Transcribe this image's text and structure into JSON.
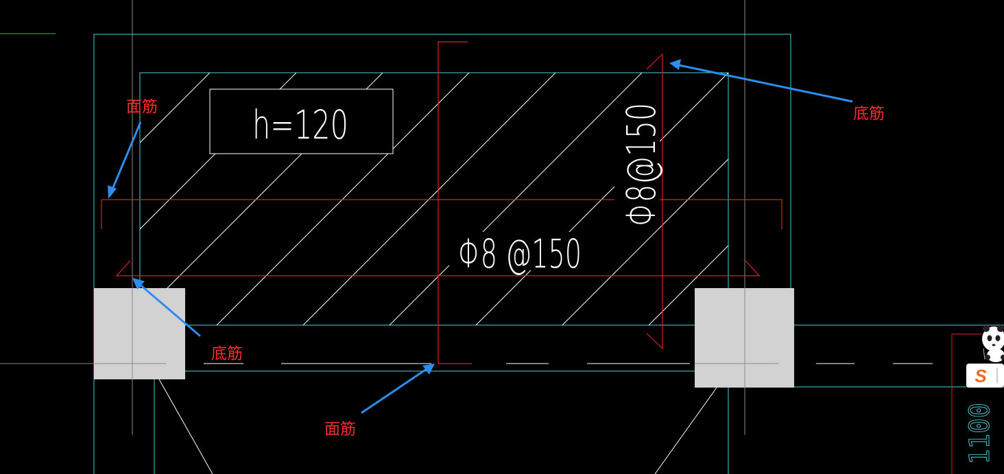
{
  "drawing": {
    "slab_thickness_label": "h=120",
    "rebar_horizontal_label": "Φ8 @150",
    "rebar_vertical_label": "Φ8@150",
    "dimension_label": "1100"
  },
  "annotations": {
    "top_left": "面筋",
    "top_right": "底筋",
    "bottom_left": "底筋",
    "bottom_center": "面筋"
  },
  "colors": {
    "background": "#000000",
    "cyan_outline": "#4fd0d8",
    "white_line": "#ffffff",
    "grey_axis": "#8a8a8a",
    "red_rebar": "#e02020",
    "annotation_text": "#ff2a2a",
    "arrow_blue": "#2a8ff0",
    "green_line": "#3cc23c",
    "column_fill": "#d2d2d2"
  },
  "widget": {
    "logo_letter": "S",
    "mascot_icon": "panda-icon"
  }
}
